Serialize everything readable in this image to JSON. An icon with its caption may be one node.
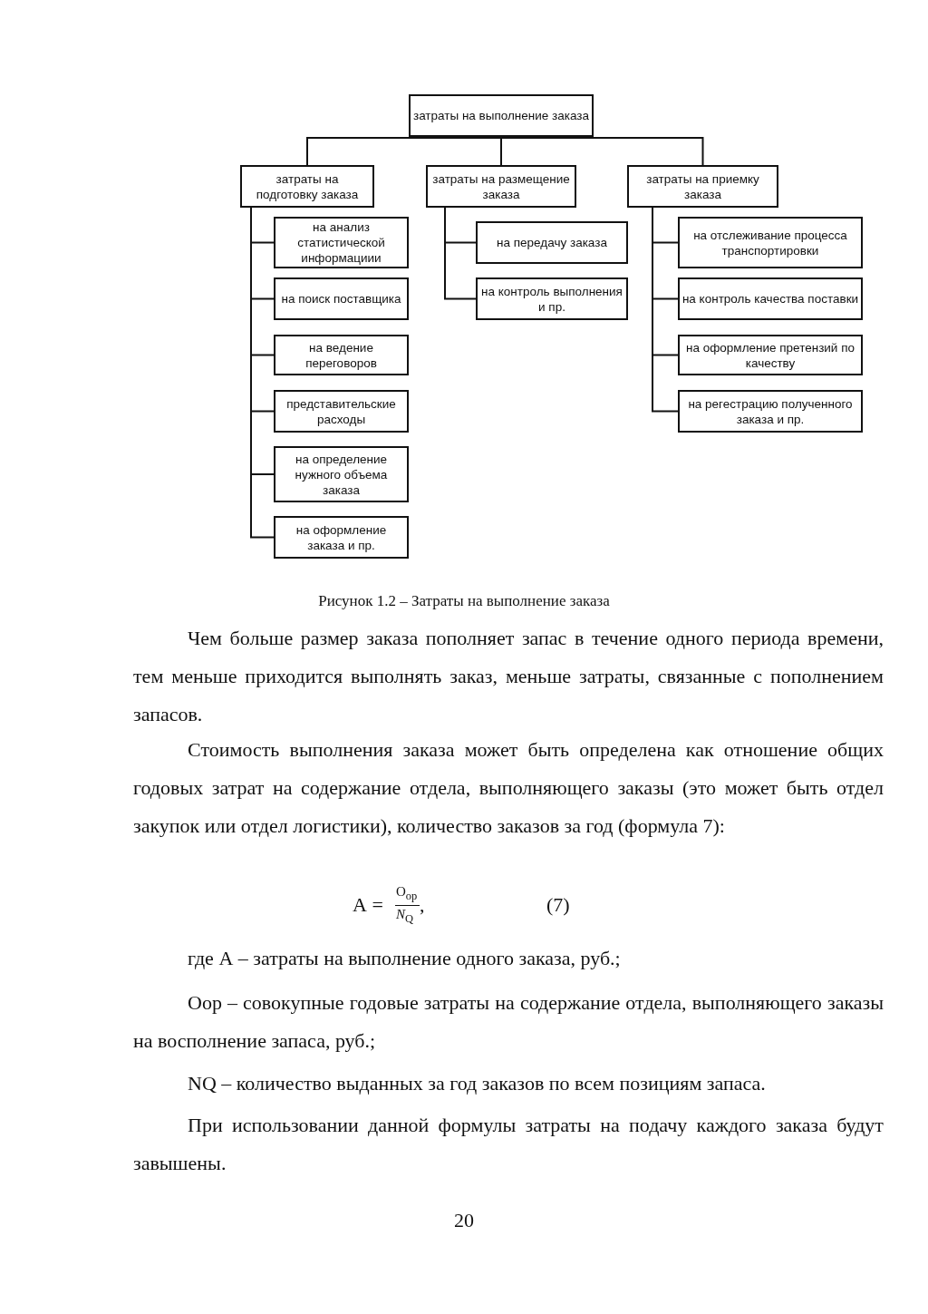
{
  "diagram": {
    "caption": "Рисунок 1.2 – Затраты на выполнение заказа",
    "nodes": [
      {
        "text": [
          "затраты на выполнение заказа"
        ]
      },
      {
        "text": [
          "затраты на подготовку заказа"
        ]
      },
      {
        "text": [
          "затраты на размещение заказа"
        ]
      },
      {
        "text": [
          "затраты на приемку заказа"
        ]
      },
      {
        "text": [
          "на анализ статистической информациии"
        ]
      },
      {
        "text": [
          "на поиск поставщика"
        ]
      },
      {
        "text": [
          "на ведение переговоров"
        ]
      },
      {
        "text": [
          "представительские расходы"
        ]
      },
      {
        "text": [
          "на определение нужного объема заказа"
        ]
      },
      {
        "text": [
          "на оформление заказа и пр."
        ]
      },
      {
        "text": [
          "на передачу заказа"
        ]
      },
      {
        "text": [
          "на контроль выполнения и пр."
        ]
      },
      {
        "text": [
          "на отслеживание процесса транспортировки"
        ]
      },
      {
        "text": [
          "на контроль качества поставки"
        ]
      },
      {
        "text": [
          "на оформление претензий по качеству"
        ]
      },
      {
        "text": [
          "на регестрацию полученного заказа и пр."
        ]
      }
    ],
    "edges": [
      {
        "from": 0,
        "to": 1,
        "arrow": "none"
      },
      {
        "from": 0,
        "to": 2,
        "arrow": "none"
      },
      {
        "from": 0,
        "to": 3,
        "arrow": "none"
      },
      {
        "from": 1,
        "to": 4,
        "arrow": "none"
      },
      {
        "from": 1,
        "to": 5,
        "arrow": "none"
      },
      {
        "from": 1,
        "to": 6,
        "arrow": "none"
      },
      {
        "from": 1,
        "to": 7,
        "arrow": "none"
      },
      {
        "from": 1,
        "to": 8,
        "arrow": "none"
      },
      {
        "from": 1,
        "to": 9,
        "arrow": "none"
      },
      {
        "from": 2,
        "to": 10,
        "arrow": "none"
      },
      {
        "from": 2,
        "to": 11,
        "arrow": "none"
      },
      {
        "from": 3,
        "to": 12,
        "arrow": "none"
      },
      {
        "from": 3,
        "to": 13,
        "arrow": "none"
      },
      {
        "from": 3,
        "to": 14,
        "arrow": "none"
      },
      {
        "from": 3,
        "to": 15,
        "arrow": "none"
      }
    ],
    "labels": [
      "Чем больше размер заказа пополняет запас в течение одного периода времени, тем меньше приходится выполнять заказ,  меньше затраты, связанные с пополнением запасов.",
      "Стоимость выполнения заказа может быть определена как отношение общих годовых затрат на содержание отдела, выполняющего заказы (это может быть отдел закупок или отдел логистики), количество заказов за год (формула 7):",
      "А =",
      "О$_{ор}$",
      "*N*$_{Q}$",
      ",",
      "(7)",
      "где А – затраты на выполнение одного заказа, руб.;",
      "Оор – совокупные годовые затраты на содержание отдела, выполняющего заказы на восполнение запаса, руб.;",
      "NQ – количество выданных за год заказов по всем позициям запаса.",
      "При использовании данной формулы затраты на подачу каждого заказа будут завышены.",
      "20"
    ]
  }
}
